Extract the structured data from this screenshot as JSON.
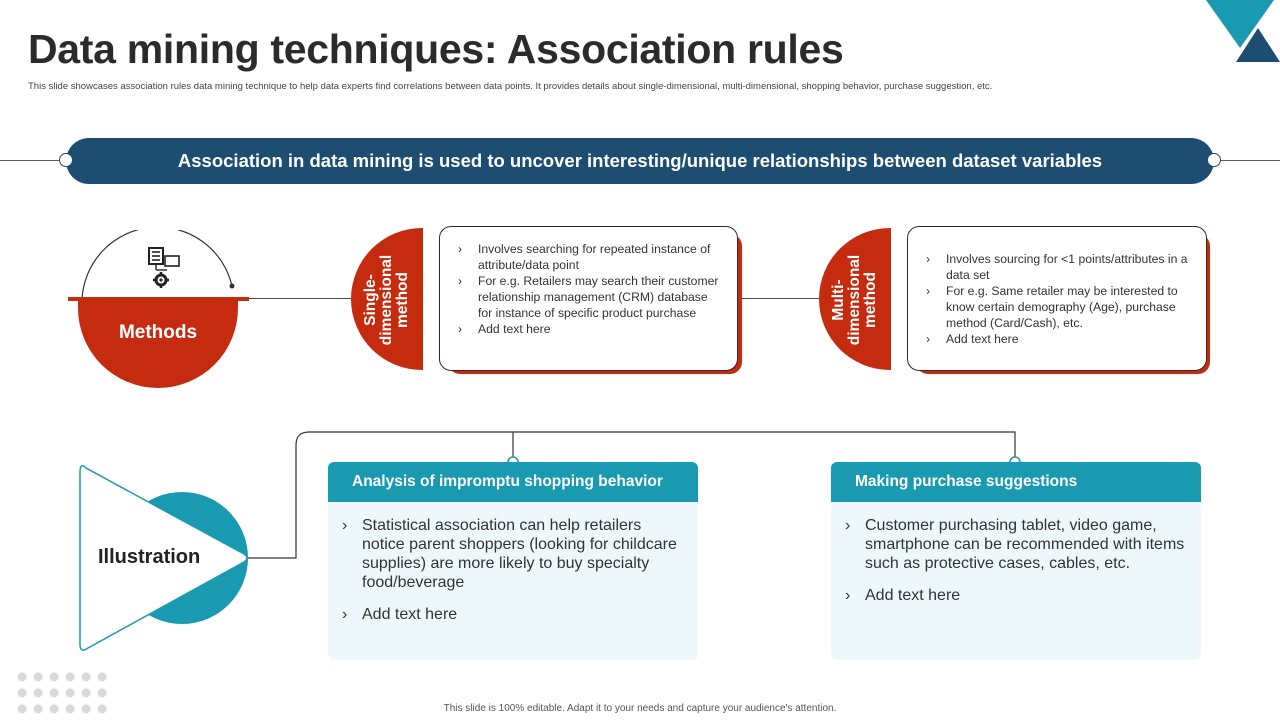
{
  "header": {
    "title": "Data mining techniques: Association rules",
    "subtitle": "This slide showcases association rules data mining technique to help data experts find correlations between data points. It provides details about single-dimensional, multi-dimensional,  shopping behavior, purchase suggestion, etc."
  },
  "banner": {
    "text": "Association in data mining is used to uncover interesting/unique relationships between dataset variables"
  },
  "methods": {
    "label": "Methods",
    "single": {
      "label_line1": "Single-",
      "label_line2": "dimensional",
      "label_line3": "method",
      "bullets": [
        "Involves  searching for repeated instance of attribute/data point",
        "For e.g. Retailers may search their customer relationship management (CRM) database for instance of specific product purchase",
        "Add text here"
      ]
    },
    "multi": {
      "label_line1": "Multi-",
      "label_line2": "dimensional",
      "label_line3": "method",
      "bullets": [
        "Involves  sourcing for <1 points/attributes in a data set",
        "For e.g. Same retailer may be interested to know certain demography (Age), purchase method (Card/Cash),  etc.",
        "Add text here"
      ]
    }
  },
  "illustration": {
    "label": "Illustration",
    "cards": [
      {
        "title": "Analysis of impromptu shopping behavior",
        "bullets": [
          "Statistical association can help retailers notice parent shoppers (looking for childcare supplies) are more likely to buy specialty food/beverage",
          "Add text here"
        ]
      },
      {
        "title": "Making purchase suggestions",
        "bullets": [
          "Customer purchasing tablet, video game, smartphone  can be recommended with items such as protective cases, cables, etc.",
          "Add text here"
        ]
      }
    ]
  },
  "footer": {
    "text": "This slide is 100% editable.  Adapt it to your needs and capture your audience's attention."
  },
  "colors": {
    "navy": "#1d4e72",
    "red": "#c52b0f",
    "teal": "#1a9ab0",
    "light_teal_bg": "#eef7fa"
  },
  "icons": {
    "methods": "database-gear-icon",
    "corner": "triangle-decoration"
  }
}
